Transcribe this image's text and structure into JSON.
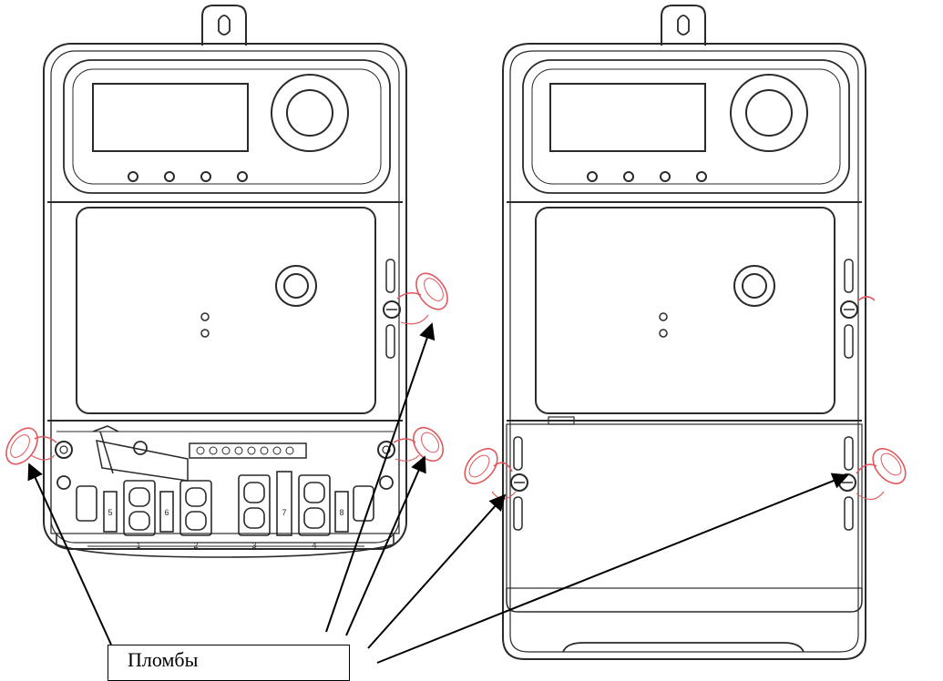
{
  "callout": {
    "text": "Пломбы"
  },
  "colors": {
    "line": "#2a2a2a",
    "seal": "#e0585c",
    "arrow": "#000000",
    "background": "#ffffff"
  },
  "left_meter": {
    "leds": [
      "led",
      "led",
      "led",
      "led"
    ],
    "terminal_numbers": [
      "1",
      "2",
      "3",
      "4"
    ],
    "aux_terminal_numbers": [
      "5",
      "6",
      "7",
      "8"
    ]
  },
  "right_meter": {
    "leds": [
      "led",
      "led",
      "led",
      "led"
    ]
  }
}
